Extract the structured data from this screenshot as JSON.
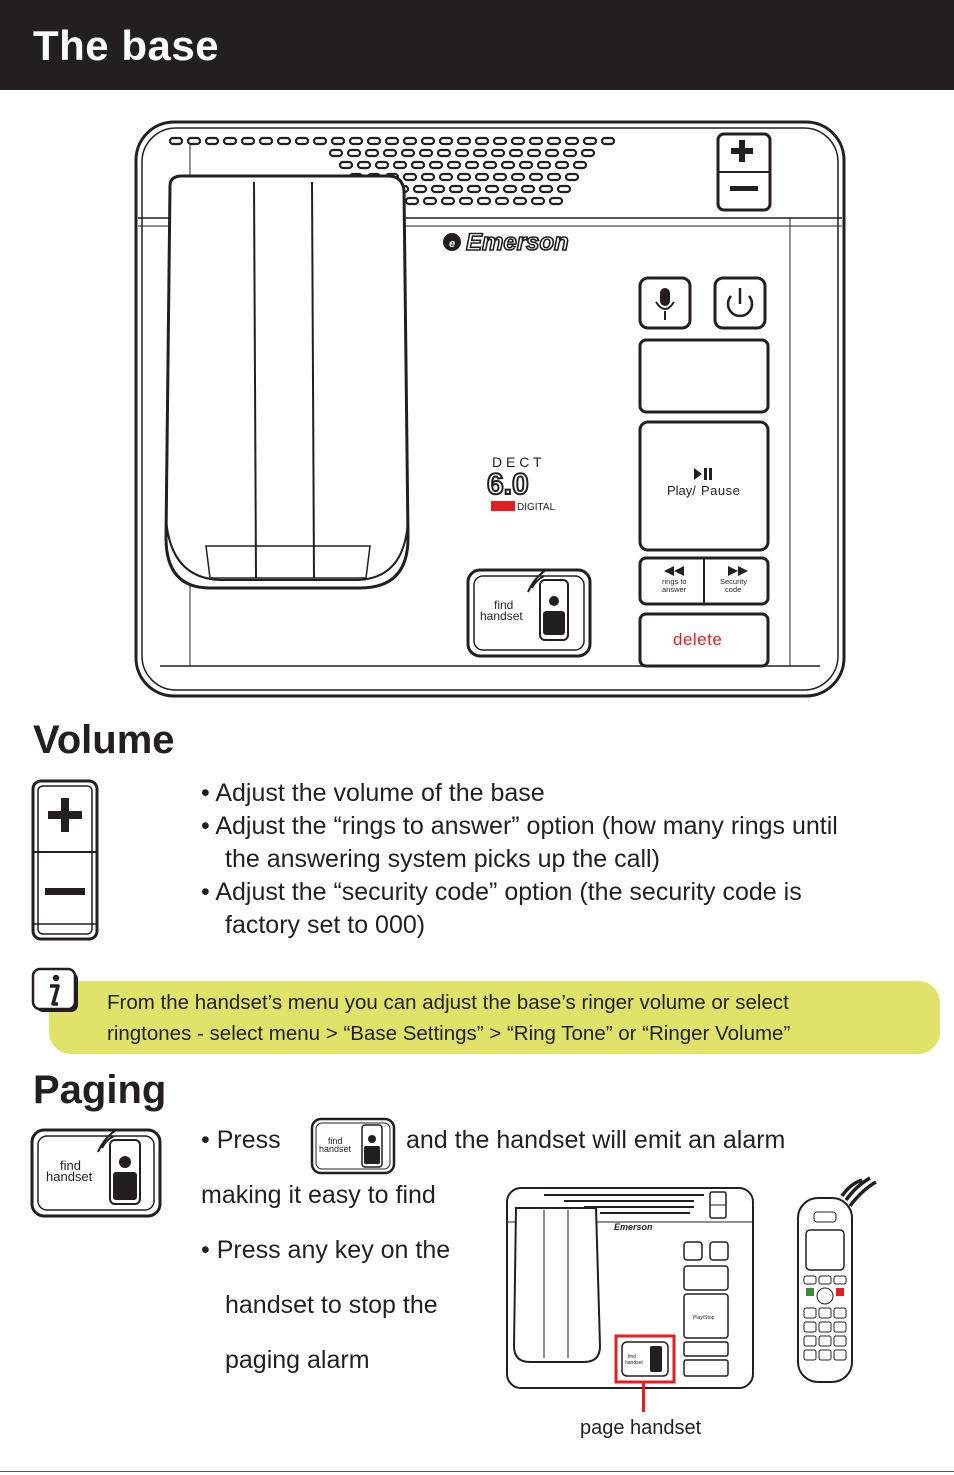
{
  "header": {
    "title": "The base"
  },
  "base": {
    "brand": "Emerson",
    "dect_label": "D E C T",
    "dect_version": "6.0",
    "digital_label": "DIGITAL",
    "play_pause_1": "Play/",
    "play_pause_2": "Pause",
    "rings_1": "rings to",
    "rings_2": "answer",
    "security_1": "Security",
    "security_2": "code",
    "delete_label": "delete",
    "find_1": "find",
    "find_2": "handset"
  },
  "volume": {
    "title": "Volume",
    "bullet_1": "• Adjust the volume of the base",
    "bullet_2a": "• Adjust the “rings to answer” option (how many rings until",
    "bullet_2b": "the answering system picks up the call)",
    "bullet_3a": "• Adjust the “security code” option (the security code is",
    "bullet_3b": "factory set to 000)"
  },
  "tip": {
    "line_1": "From the handset’s menu you can adjust the base’s ringer volume or select",
    "line_2": "ringtones - select menu > “Base Settings” > “Ring Tone” or “Ringer Volume”"
  },
  "paging": {
    "title": "Paging",
    "press": "• Press",
    "after_button": "and the handset will emit an alarm",
    "line_2": "making it easy to find",
    "line_3": "• Press any key on the",
    "line_4": "handset to stop the",
    "line_5": "paging alarm",
    "small_base_brand": "Emerson",
    "small_play": "Play/Stop",
    "label": "page handset"
  },
  "colors": {
    "header_bg": "#231f20",
    "tip_bg": "#dfe36a",
    "accent_red": "#e31e24"
  }
}
